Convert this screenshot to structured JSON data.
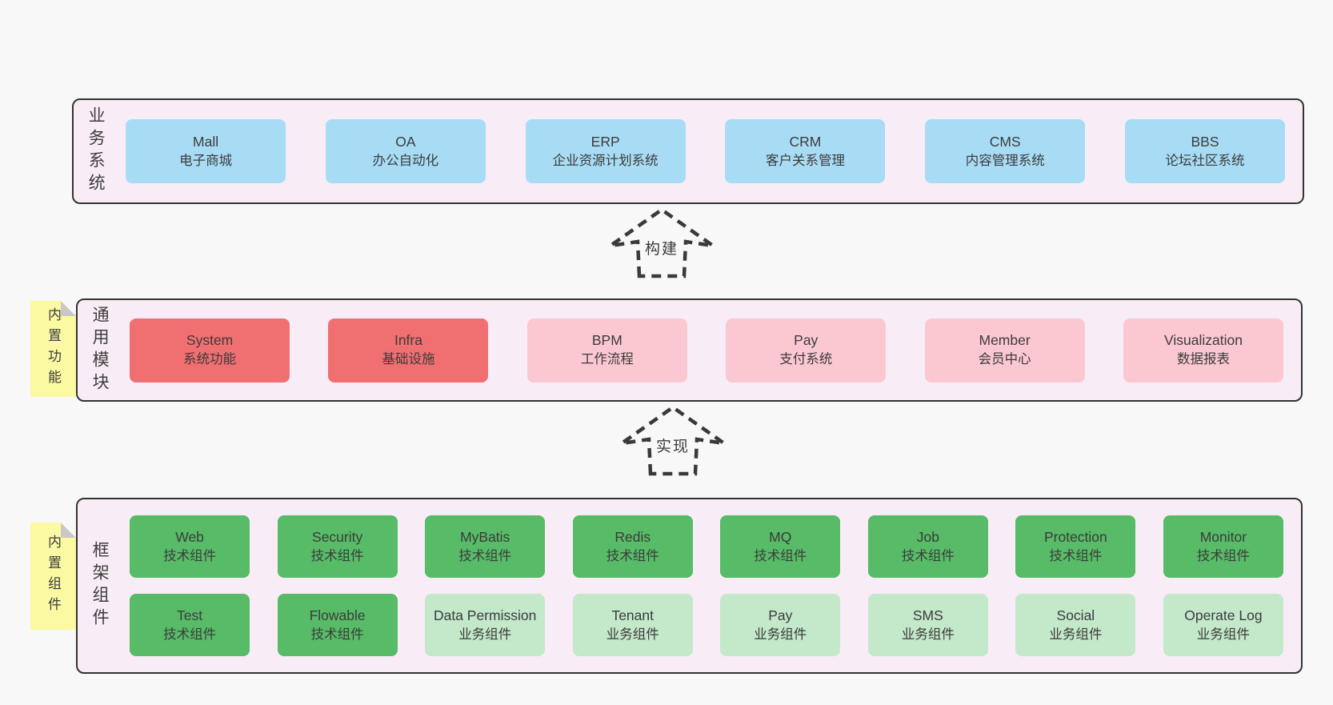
{
  "colors": {
    "page_bg": "#f8f8f8",
    "container_bg": "#f8edf6",
    "container_border": "#333333",
    "blue": "#a8dcf5",
    "red": "#f06f70",
    "pink": "#fbc8d2",
    "green": "#57bb67",
    "green_light": "#c3e8ca",
    "tag_yellow": "#fbfaa2",
    "tag_fold": "#c8c8c8",
    "arrow": "#3a3a3a",
    "text": "#3c3c3c"
  },
  "arrows": [
    {
      "label": "构建"
    },
    {
      "label": "实现"
    }
  ],
  "sections": [
    {
      "label": "业务系统",
      "tag": null,
      "rows": [
        [
          {
            "name": "Mall",
            "desc": "电子商城",
            "variant": "blue"
          },
          {
            "name": "OA",
            "desc": "办公自动化",
            "variant": "blue"
          },
          {
            "name": "ERP",
            "desc": "企业资源计划系统",
            "variant": "blue"
          },
          {
            "name": "CRM",
            "desc": "客户关系管理",
            "variant": "blue"
          },
          {
            "name": "CMS",
            "desc": "内容管理系统",
            "variant": "blue"
          },
          {
            "name": "BBS",
            "desc": "论坛社区系统",
            "variant": "blue"
          }
        ]
      ]
    },
    {
      "label": "通用模块",
      "tag": "内置功能",
      "rows": [
        [
          {
            "name": "System",
            "desc": "系统功能",
            "variant": "red"
          },
          {
            "name": "Infra",
            "desc": "基础设施",
            "variant": "red"
          },
          {
            "name": "BPM",
            "desc": "工作流程",
            "variant": "pink"
          },
          {
            "name": "Pay",
            "desc": "支付系统",
            "variant": "pink"
          },
          {
            "name": "Member",
            "desc": "会员中心",
            "variant": "pink"
          },
          {
            "name": "Visualization",
            "desc": "数据报表",
            "variant": "pink"
          }
        ]
      ]
    },
    {
      "label": "框架组件",
      "tag": "内置组件",
      "rows": [
        [
          {
            "name": "Web",
            "desc": "技术组件",
            "variant": "green"
          },
          {
            "name": "Security",
            "desc": "技术组件",
            "variant": "green"
          },
          {
            "name": "MyBatis",
            "desc": "技术组件",
            "variant": "green"
          },
          {
            "name": "Redis",
            "desc": "技术组件",
            "variant": "green"
          },
          {
            "name": "MQ",
            "desc": "技术组件",
            "variant": "green"
          },
          {
            "name": "Job",
            "desc": "技术组件",
            "variant": "green"
          },
          {
            "name": "Protection",
            "desc": "技术组件",
            "variant": "green"
          },
          {
            "name": "Monitor",
            "desc": "技术组件",
            "variant": "green"
          }
        ],
        [
          {
            "name": "Test",
            "desc": "技术组件",
            "variant": "green"
          },
          {
            "name": "Flowable",
            "desc": "技术组件",
            "variant": "green"
          },
          {
            "name": "Data Permission",
            "desc": "业务组件",
            "variant": "green-light"
          },
          {
            "name": "Tenant",
            "desc": "业务组件",
            "variant": "green-light"
          },
          {
            "name": "Pay",
            "desc": "业务组件",
            "variant": "green-light"
          },
          {
            "name": "SMS",
            "desc": "业务组件",
            "variant": "green-light"
          },
          {
            "name": "Social",
            "desc": "业务组件",
            "variant": "green-light"
          },
          {
            "name": "Operate Log",
            "desc": "业务组件",
            "variant": "green-light"
          }
        ]
      ]
    }
  ]
}
